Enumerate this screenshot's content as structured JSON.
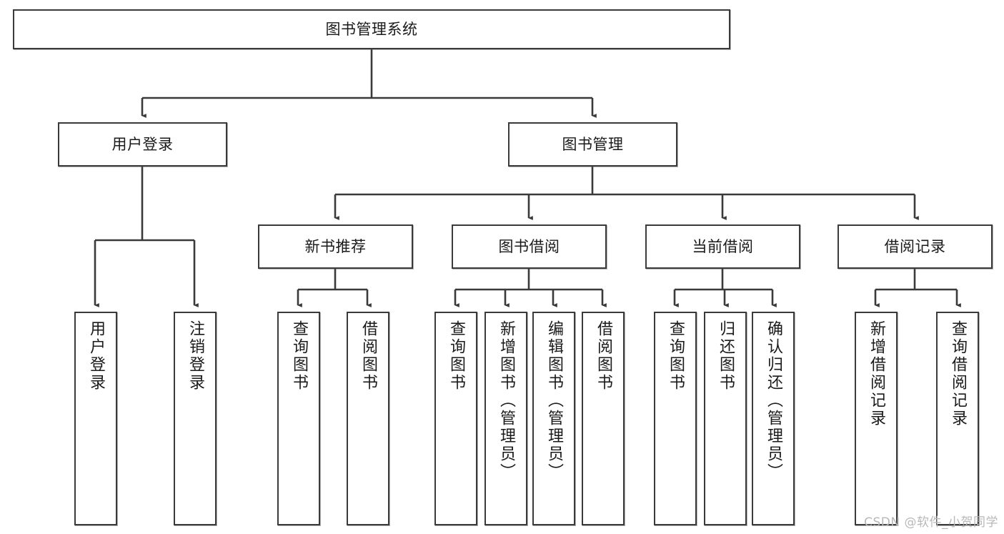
{
  "diagram": {
    "type": "tree-flowchart",
    "title": "图书管理系统",
    "watermark": "CSDN @软件_小贺同学",
    "colors": {
      "box_stroke": "#3a3a3a",
      "box_fill": "#ffffff",
      "connector": "#3a3a3a",
      "text": "#1a1a1a",
      "watermark": "#b8b8b8"
    },
    "nodes": {
      "root": {
        "label": "图书管理系统"
      },
      "level2": [
        {
          "id": "user-login",
          "label": "用户登录"
        },
        {
          "id": "book-management",
          "label": "图书管理"
        }
      ],
      "level3": [
        {
          "id": "new-book-recommend",
          "label": "新书推荐"
        },
        {
          "id": "book-borrow",
          "label": "图书借阅"
        },
        {
          "id": "current-borrow",
          "label": "当前借阅"
        },
        {
          "id": "borrow-record",
          "label": "借阅记录"
        }
      ],
      "leaves": [
        {
          "id": "leaf-user-login",
          "label": "用户登录",
          "parent": "user-login"
        },
        {
          "id": "leaf-logout",
          "label": "注销登录",
          "parent": "user-login"
        },
        {
          "id": "leaf-query-book-1",
          "label": "查询图书",
          "parent": "new-book-recommend"
        },
        {
          "id": "leaf-borrow-book-1",
          "label": "借阅图书",
          "parent": "new-book-recommend"
        },
        {
          "id": "leaf-query-book-2",
          "label": "查询图书",
          "parent": "book-borrow"
        },
        {
          "id": "leaf-add-book",
          "label": "新增图书（管理员）",
          "parent": "book-borrow"
        },
        {
          "id": "leaf-edit-book",
          "label": "编辑图书（管理员）",
          "parent": "book-borrow"
        },
        {
          "id": "leaf-borrow-book-2",
          "label": "借阅图书",
          "parent": "book-borrow"
        },
        {
          "id": "leaf-query-book-3",
          "label": "查询图书",
          "parent": "current-borrow"
        },
        {
          "id": "leaf-return-book",
          "label": "归还图书",
          "parent": "current-borrow"
        },
        {
          "id": "leaf-confirm-return",
          "label": "确认归还（管理员）",
          "parent": "current-borrow"
        },
        {
          "id": "leaf-add-record",
          "label": "新增借阅记录",
          "parent": "borrow-record"
        },
        {
          "id": "leaf-query-record",
          "label": "查询借阅记录",
          "parent": "borrow-record"
        }
      ]
    }
  }
}
